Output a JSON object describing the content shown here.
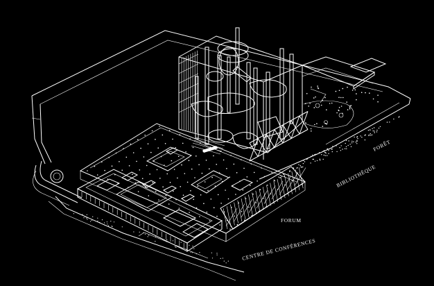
{
  "drawing": {
    "background": "#000000",
    "line_color": "#ffffff",
    "labels": {
      "foret": "FORÊT",
      "bibliotheque": "BIBLIOTHÈQUE",
      "forum": "FORUM",
      "centre": "CENTRE DE CONFÉRENCES"
    }
  }
}
